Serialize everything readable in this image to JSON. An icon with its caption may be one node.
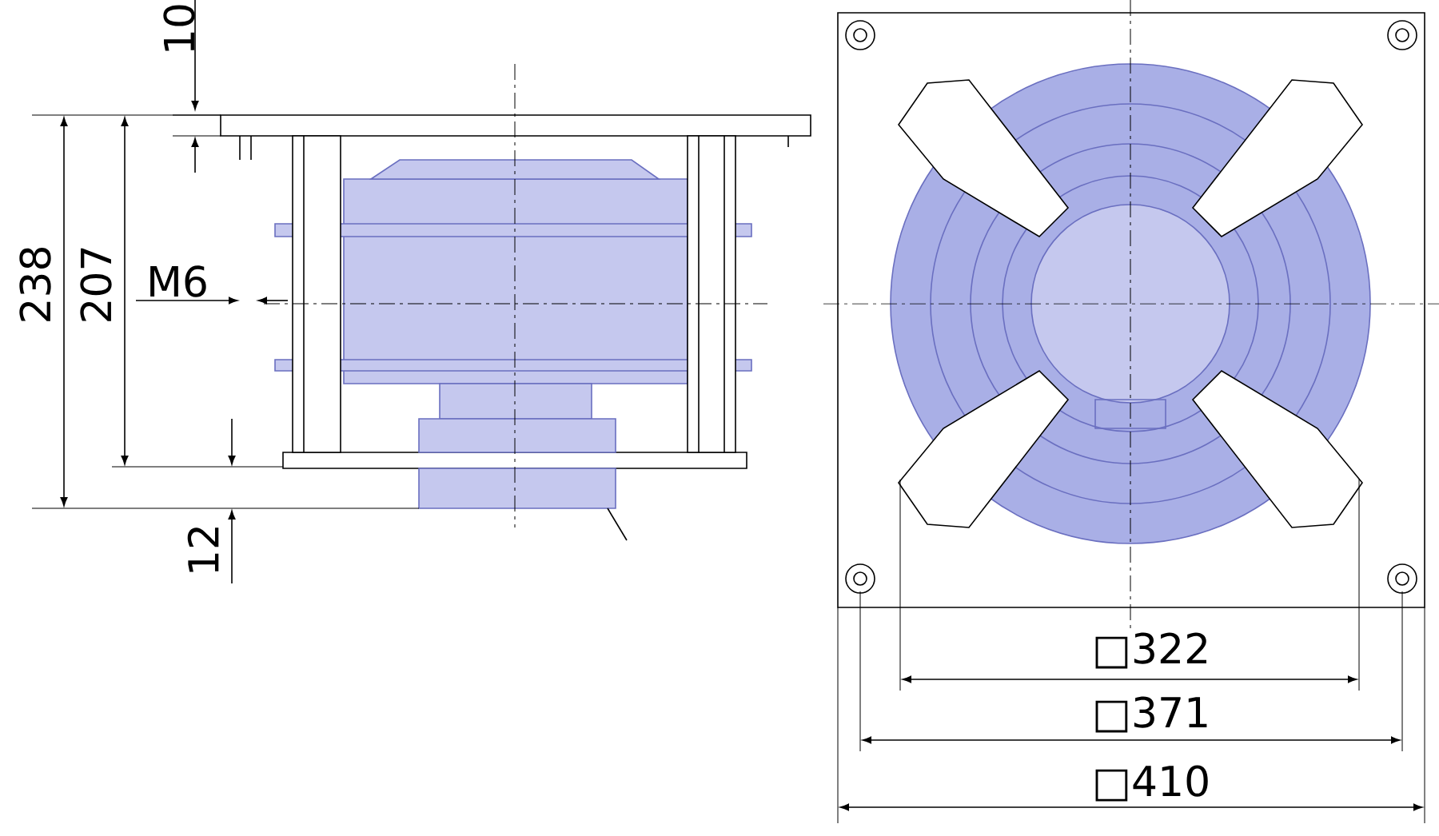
{
  "diagram": {
    "labels": [
      "10",
      "238",
      "207",
      "M6",
      "12",
      "□322",
      "□371",
      "□410"
    ]
  }
}
